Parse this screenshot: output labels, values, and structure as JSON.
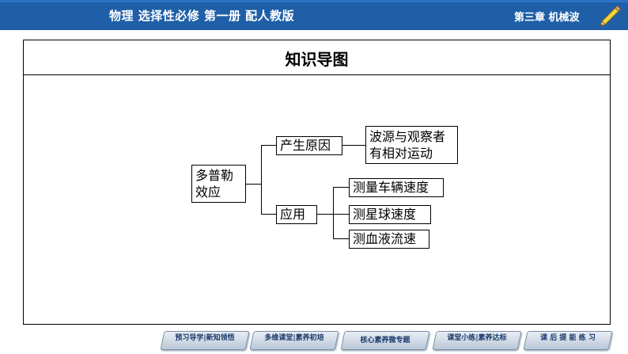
{
  "header": {
    "course": "物理    选择性必修    第一册    配人教版",
    "chapter": "第三章    机械波"
  },
  "panel": {
    "title": "知识导图"
  },
  "diagram": {
    "root": "多普勒\n效应",
    "cause": "产生原因",
    "cause_detail": "波源与观察者\n有相对运动",
    "application": "应用",
    "applications": [
      "测量车辆速度",
      "测星球速度",
      "测血液流速"
    ]
  },
  "nav": {
    "items": [
      "预习导学|新知领悟",
      "多维课堂|素养初培",
      "核心素养微专题",
      "课堂小练|素养达标",
      "课 后 提 能 练 习"
    ]
  },
  "colors": {
    "header_bg": "#1f5fa8",
    "nav_text": "#1a3a6a"
  }
}
